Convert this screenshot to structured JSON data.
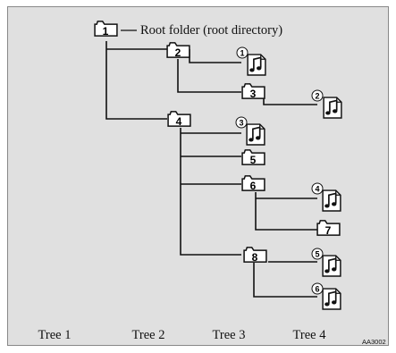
{
  "root_label": "Root folder (root directory)",
  "folders": [
    {
      "id": "1"
    },
    {
      "id": "2"
    },
    {
      "id": "3"
    },
    {
      "id": "4"
    },
    {
      "id": "5"
    },
    {
      "id": "6"
    },
    {
      "id": "7"
    },
    {
      "id": "8"
    }
  ],
  "files": [
    {
      "id": "1"
    },
    {
      "id": "2"
    },
    {
      "id": "3"
    },
    {
      "id": "4"
    },
    {
      "id": "5"
    },
    {
      "id": "6"
    }
  ],
  "tree_labels": [
    "Tree 1",
    "Tree 2",
    "Tree 3",
    "Tree 4"
  ],
  "code": "AA3002"
}
